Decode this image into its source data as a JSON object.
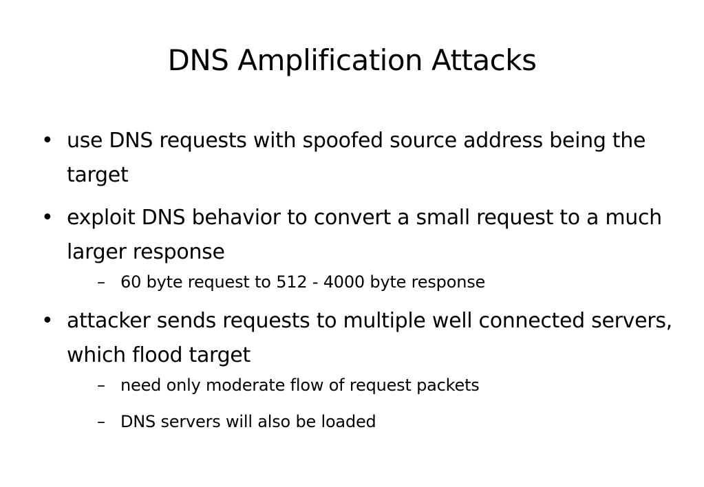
{
  "slide": {
    "title": "DNS Amplification Attacks",
    "bullet_symbol": "•",
    "dash_symbol": "–",
    "bullets": [
      {
        "text": "use DNS requests with spoofed source address being the target"
      },
      {
        "text": "exploit DNS behavior to convert a small request to a much larger response",
        "sub": [
          "60 byte request to 512 - 4000 byte response"
        ]
      },
      {
        "text": "attacker sends requests to multiple well connected servers, which flood target",
        "sub": [
          "need only moderate flow of request packets",
          "DNS servers will also be loaded"
        ]
      }
    ]
  }
}
